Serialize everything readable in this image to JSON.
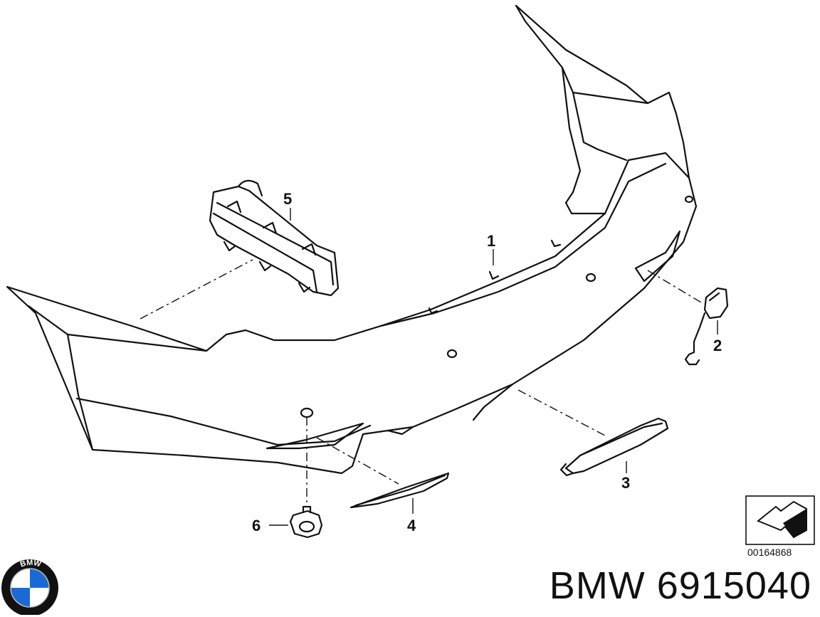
{
  "callouts": {
    "part_1": "1",
    "part_2": "2",
    "part_3": "3",
    "part_4": "4",
    "part_5": "5",
    "part_6": "6"
  },
  "diagram_number": "00164868",
  "caption": "BMW 6915040",
  "logo": {
    "icon": "bmw-roundel-icon",
    "text": "BMW",
    "colors": {
      "blue": "#1c69d4",
      "white": "#ffffff",
      "black": "#111111"
    }
  }
}
